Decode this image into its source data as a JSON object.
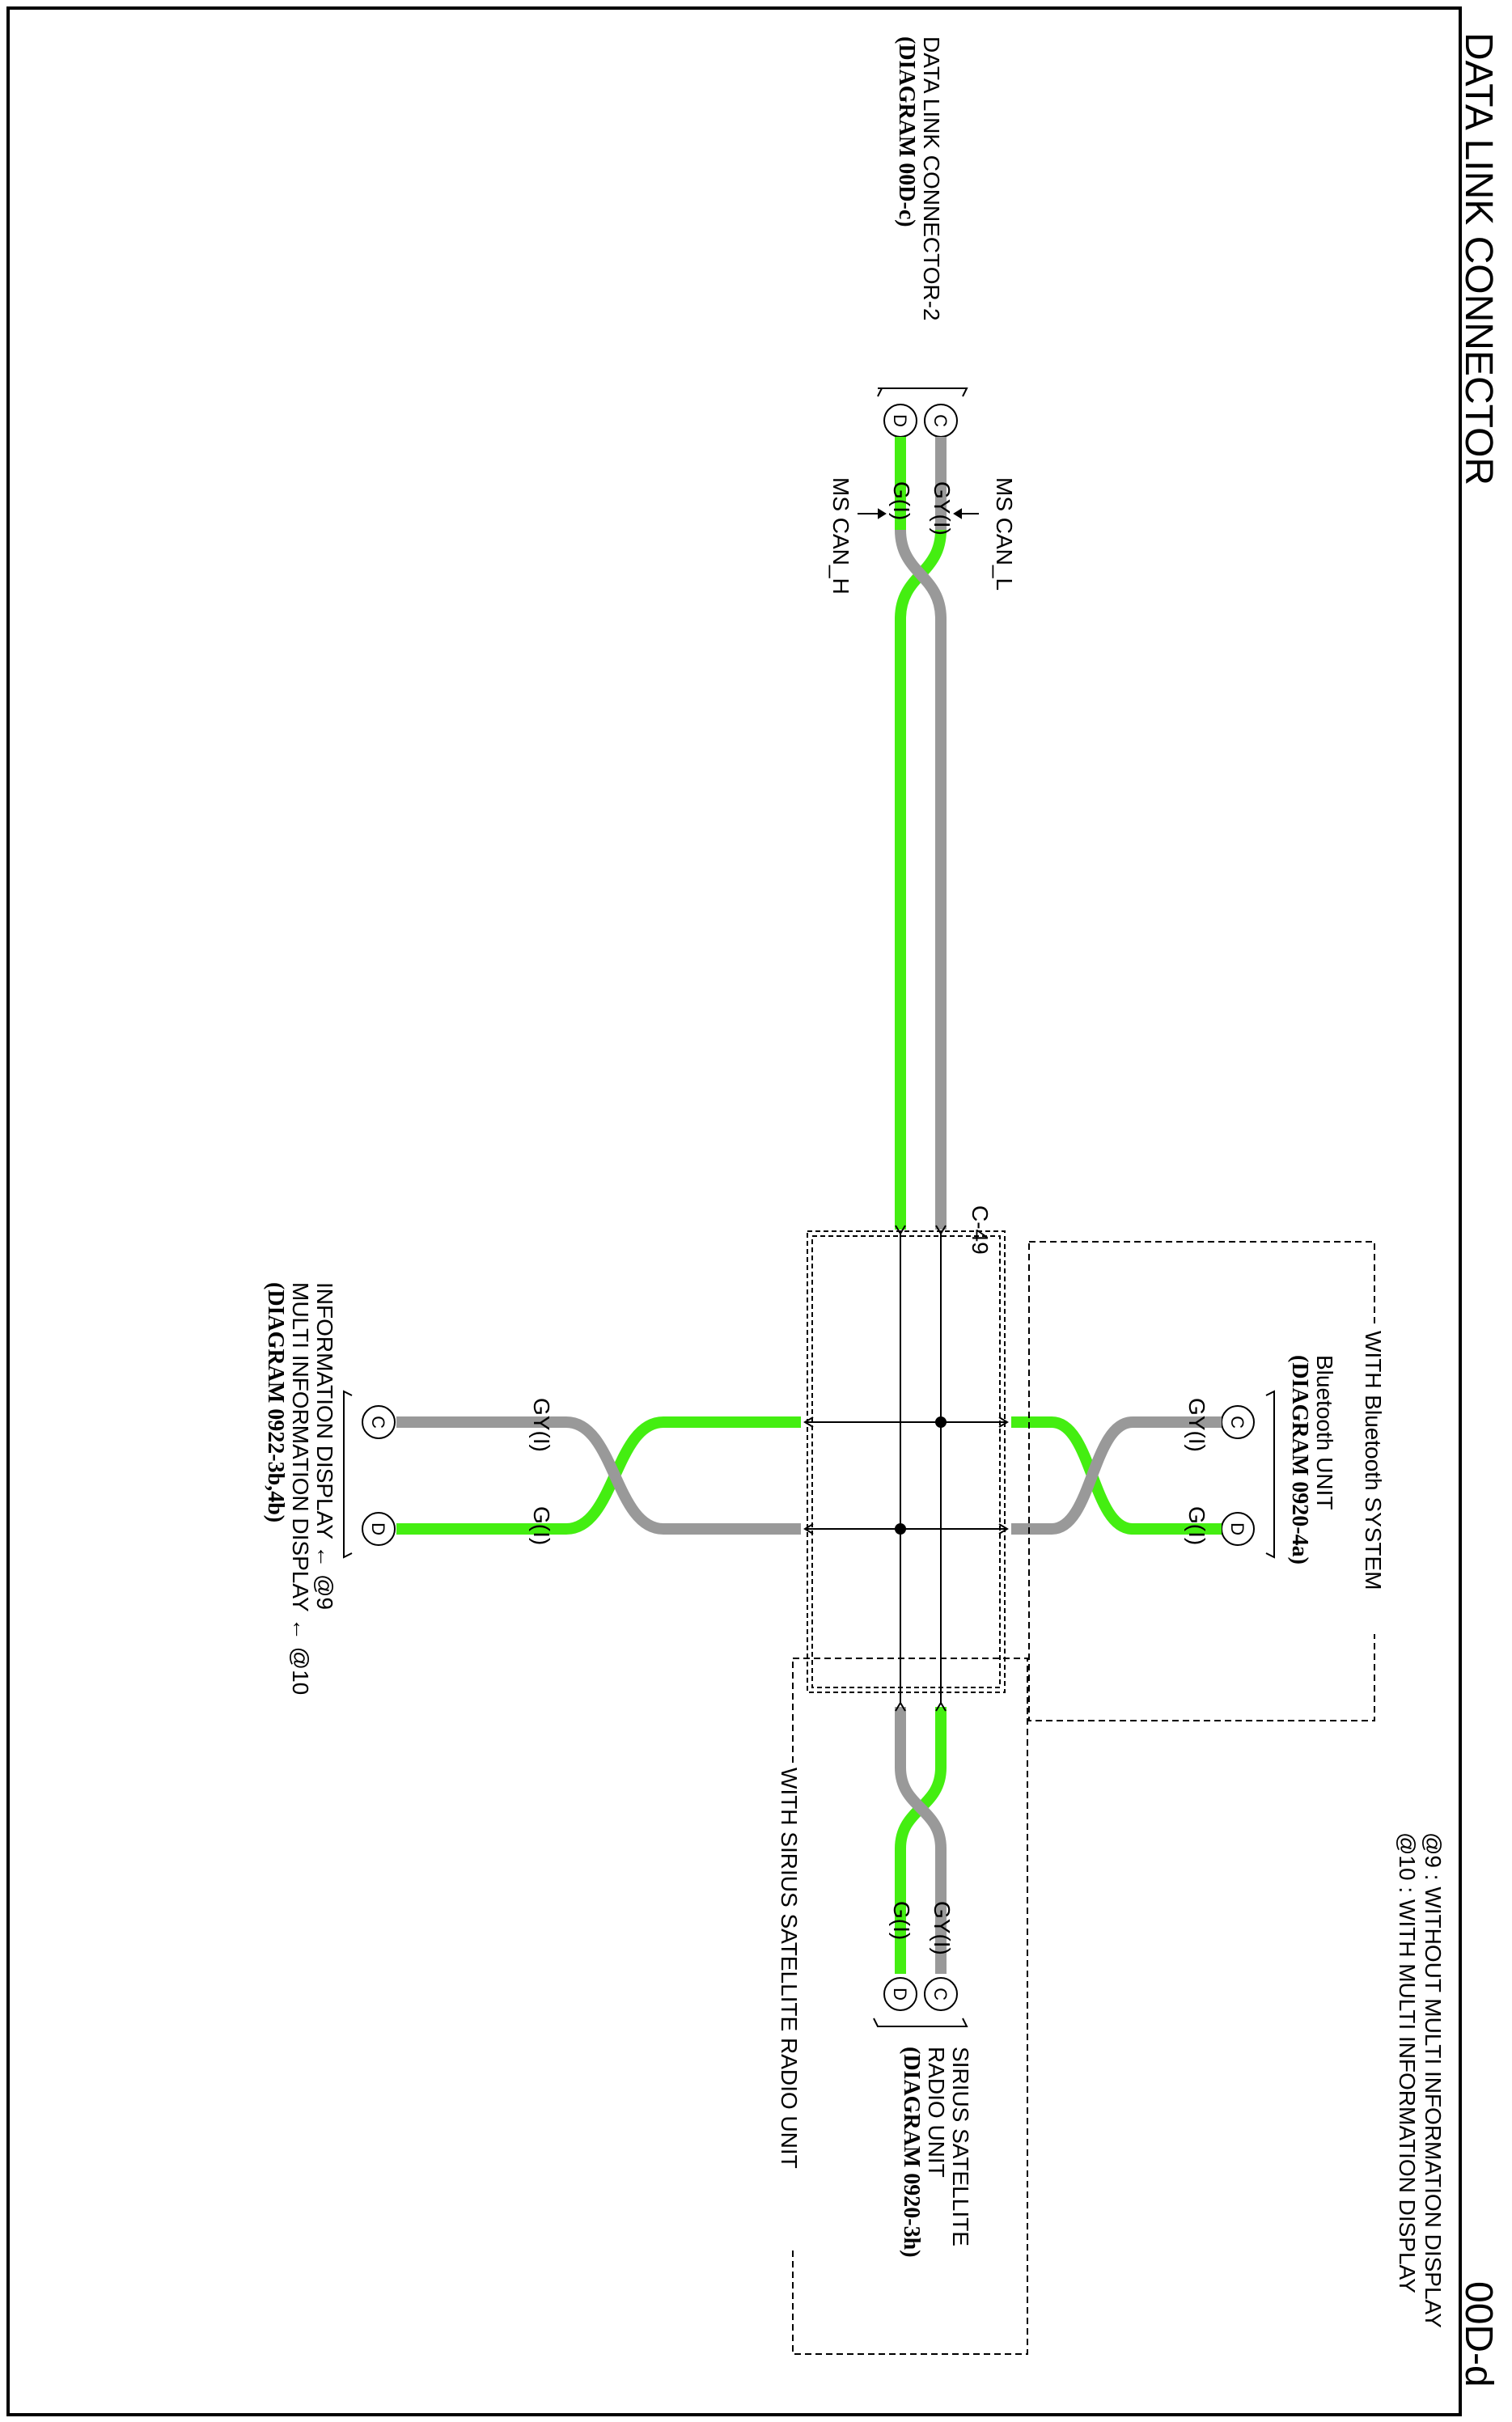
{
  "header": {
    "title": "DATA LINK CONNECTOR",
    "page_code": "00D-d"
  },
  "notes": [
    "@9 : WITHOUT MULTI INFORMATION DISPLAY",
    "@10 : WITH MULTI INFORMATION DISPLAY"
  ],
  "components": {
    "dlc2": {
      "name": "DATA LINK CONNECTOR-2",
      "ref": "(DIAGRAM 00D-c)"
    },
    "bluetooth": {
      "name": "Bluetooth UNIT",
      "ref": "(DIAGRAM 0920-4a)",
      "group": "WITH Bluetooth SYSTEM"
    },
    "sirius": {
      "name_line1": "SIRIUS SATELLITE",
      "name_line2": "RADIO UNIT",
      "ref": "(DIAGRAM 0920-3h)",
      "group": "WITH SIRIUS SATELLITE RADIO UNIT"
    },
    "info": {
      "line1": "INFORMATION DISPLAY ← @9",
      "line2": "MULTI INFORMATION DISPLAY ← @10",
      "ref": "(DIAGRAM 0922-3b,4b)"
    },
    "junction": {
      "name": "C-49"
    }
  },
  "signals": {
    "can_l": "MS CAN_L",
    "can_h": "MS CAN_H"
  },
  "pins": {
    "c": "C",
    "d": "D"
  },
  "wires": {
    "gy": "GY(I)",
    "g": "G(I)"
  },
  "colors": {
    "wire_green": "#44ee11",
    "wire_gray": "#999999",
    "line": "#000000"
  }
}
